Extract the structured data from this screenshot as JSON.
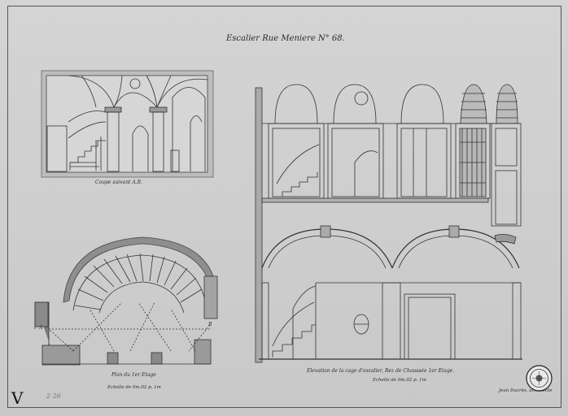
{
  "sheet": {
    "title": "Escalier Rue Meniere N° 68.",
    "captions": {
      "section": "Coupe suivant A.B.",
      "plan": "Plan du 1er Etage",
      "plan_scale": "Echelle de 0m.02 p. 1m",
      "elevation": "Elevation de la cage d'escalier, Rez de Chaussée 1er Etage.",
      "elevation_scale": "Echelle de 0m.02 p. 1m"
    },
    "plan_labels": {
      "a": "A",
      "b": "B"
    },
    "marks": {
      "letter": "V",
      "number": "2 26"
    },
    "signature": "Jean Ducrès, architecte"
  },
  "colors": {
    "paper": "#cfcfcf",
    "ink": "#2a2a2a",
    "frame": "#555555"
  },
  "icons": {
    "stamp": "archive-stamp-icon"
  }
}
